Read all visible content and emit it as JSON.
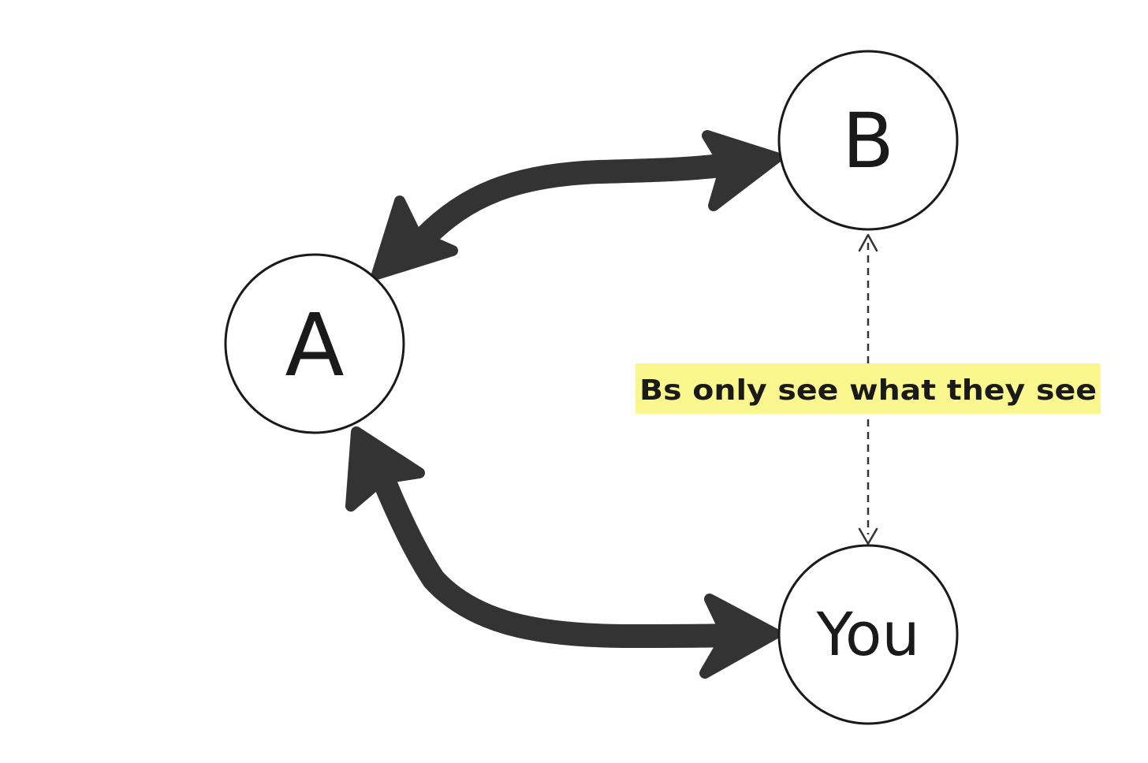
{
  "nodes": {
    "a": {
      "label": "A"
    },
    "b": {
      "label": "B"
    },
    "you": {
      "label": "You"
    }
  },
  "edges": {
    "a_b": {
      "style": "solid",
      "direction": "both"
    },
    "a_you": {
      "style": "solid",
      "direction": "both"
    },
    "b_you": {
      "style": "dashed",
      "direction": "both",
      "label": "Bs only see what they see"
    }
  },
  "colors": {
    "arrow": "#333333",
    "node_stroke": "#1a1a1a",
    "label_highlight": "#faf78e",
    "background": "#ffffff"
  }
}
